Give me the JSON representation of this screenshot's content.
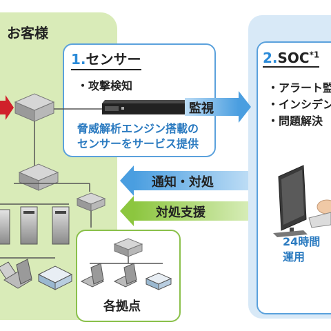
{
  "customer": {
    "label": "お客様"
  },
  "sensor": {
    "title_num": "1.",
    "title_text": "センサー",
    "bullet": "・攻撃検知",
    "desc_line1": "脅威解析エンジン搭載の",
    "desc_line2": "センサーをサービス提供"
  },
  "soc": {
    "title_num": "2.",
    "title_text": "SOC",
    "title_sup": "*1",
    "items": [
      "・アラート監",
      "・インシデン",
      "・問題解決"
    ],
    "footer_line1": "24時間",
    "footer_line2": "運用"
  },
  "arrows": {
    "monitor": "監視",
    "notify": "通知・対処",
    "support": "対処支援"
  },
  "branch": {
    "label": "各拠点"
  },
  "colors": {
    "customer_bg": "#d9ebb8",
    "soc_bg": "#d8e9f7",
    "accent_blue": "#2a8ad8",
    "arrow_blue": "#4a9ee0",
    "arrow_green": "#8cc63f",
    "arrow_red": "#d0202a"
  }
}
